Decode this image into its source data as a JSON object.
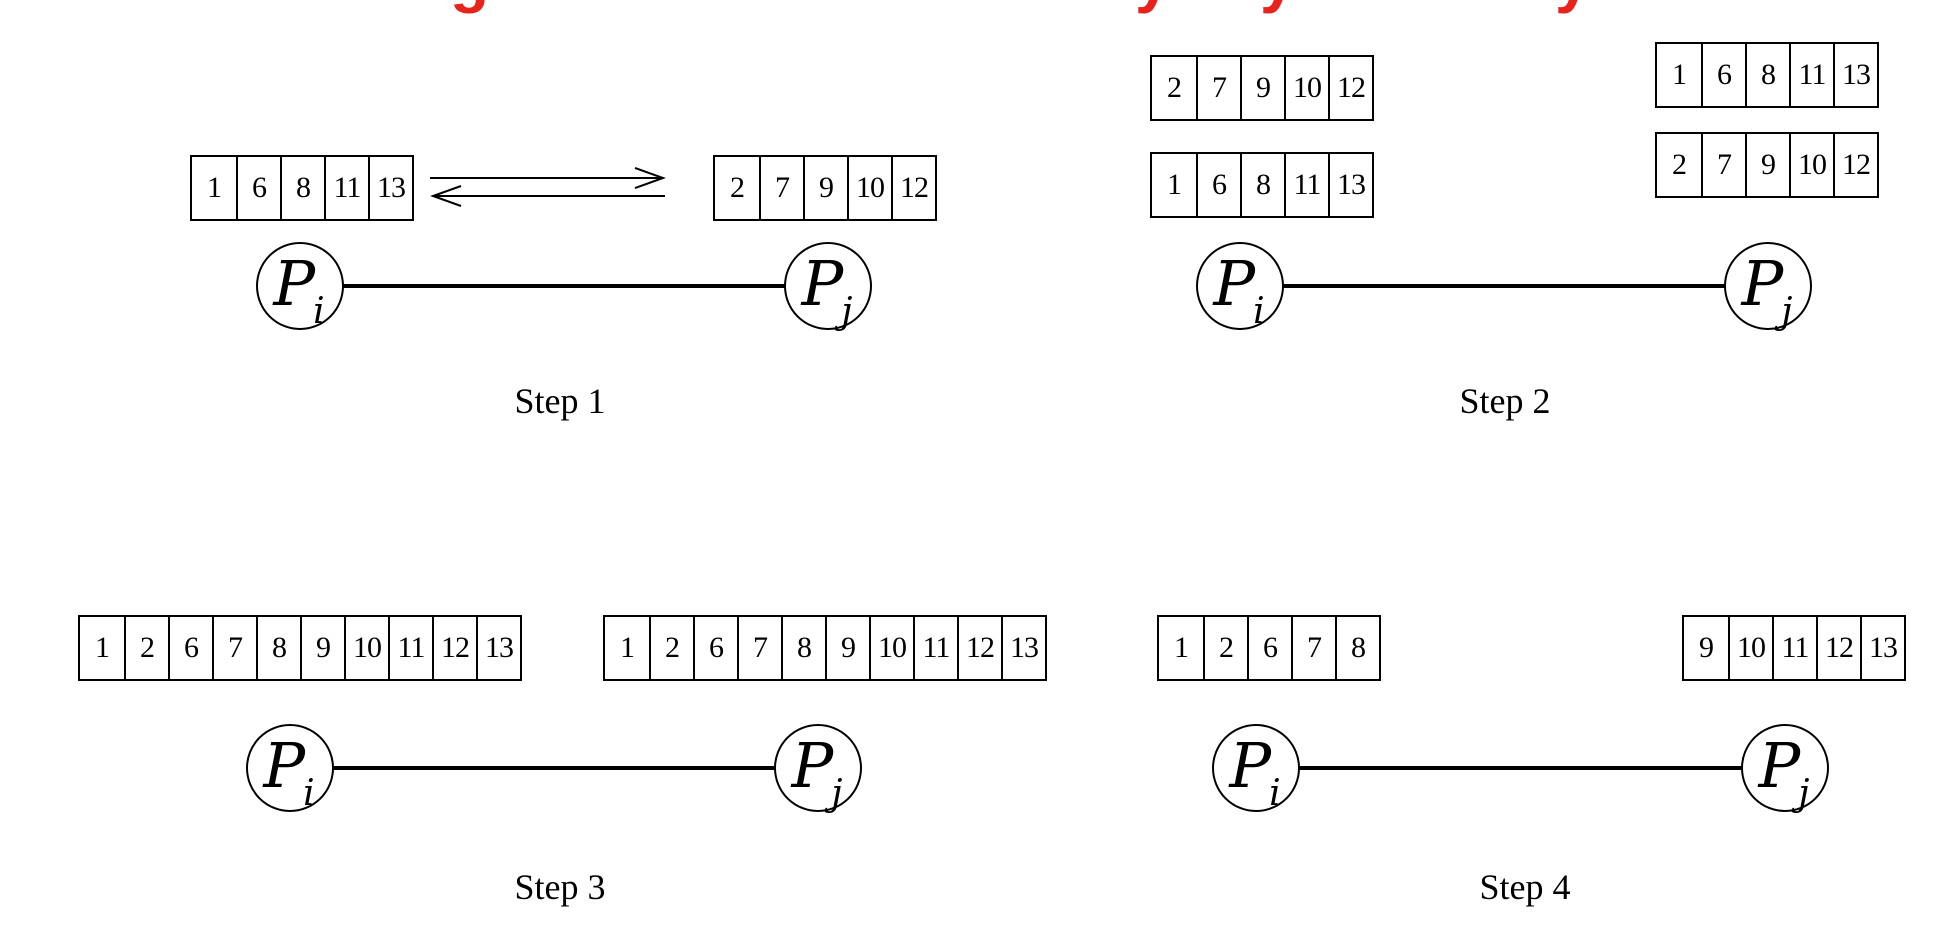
{
  "colors": {
    "title": "#e8231c",
    "ink": "#000000"
  },
  "node_labels": {
    "p": "P",
    "i": "i",
    "j": "j"
  },
  "steps": [
    {
      "label": "Step 1",
      "left_arrays": [
        [
          "1",
          "6",
          "8",
          "11",
          "13"
        ]
      ],
      "right_arrays": [
        [
          "2",
          "7",
          "9",
          "10",
          "12"
        ]
      ]
    },
    {
      "label": "Step 2",
      "left_arrays": [
        [
          "2",
          "7",
          "9",
          "10",
          "12"
        ],
        [
          "1",
          "6",
          "8",
          "11",
          "13"
        ]
      ],
      "right_arrays": [
        [
          "1",
          "6",
          "8",
          "11",
          "13"
        ],
        [
          "2",
          "7",
          "9",
          "10",
          "12"
        ]
      ]
    },
    {
      "label": "Step 3",
      "left_arrays": [
        [
          "1",
          "2",
          "6",
          "7",
          "8",
          "9",
          "10",
          "11",
          "12",
          "13"
        ]
      ],
      "right_arrays": [
        [
          "1",
          "2",
          "6",
          "7",
          "8",
          "9",
          "10",
          "11",
          "12",
          "13"
        ]
      ]
    },
    {
      "label": "Step 4",
      "left_arrays": [
        [
          "1",
          "2",
          "6",
          "7",
          "8"
        ]
      ],
      "right_arrays": [
        [
          "9",
          "10",
          "11",
          "12",
          "13"
        ]
      ]
    }
  ]
}
